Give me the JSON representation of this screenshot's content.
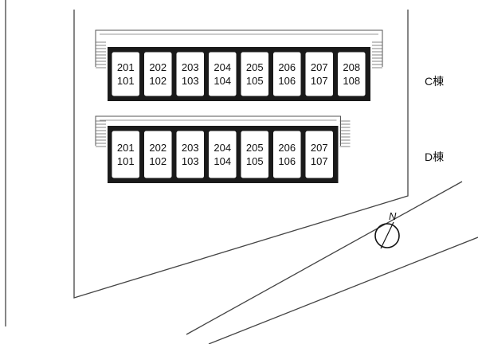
{
  "buildings": [
    {
      "label": "C棟",
      "units": [
        {
          "upper": "201",
          "lower": "101"
        },
        {
          "upper": "202",
          "lower": "102"
        },
        {
          "upper": "203",
          "lower": "103"
        },
        {
          "upper": "204",
          "lower": "104"
        },
        {
          "upper": "205",
          "lower": "105"
        },
        {
          "upper": "206",
          "lower": "106"
        },
        {
          "upper": "207",
          "lower": "107"
        },
        {
          "upper": "208",
          "lower": "108"
        }
      ]
    },
    {
      "label": "D棟",
      "units": [
        {
          "upper": "201",
          "lower": "101"
        },
        {
          "upper": "202",
          "lower": "102"
        },
        {
          "upper": "203",
          "lower": "103"
        },
        {
          "upper": "204",
          "lower": "104"
        },
        {
          "upper": "205",
          "lower": "105"
        },
        {
          "upper": "206",
          "lower": "106"
        },
        {
          "upper": "207",
          "lower": "107"
        }
      ]
    }
  ],
  "compass": {
    "label": "N",
    "icon": "north-arrow-icon"
  },
  "colors": {
    "wall": "#1a1a1a",
    "line": "#444444"
  }
}
